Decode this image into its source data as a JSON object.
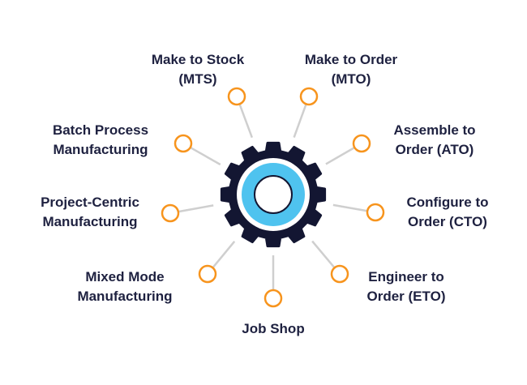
{
  "colors": {
    "text": "#1e2140",
    "node": "#f7941d",
    "line": "#cfcfcf",
    "gear": "#131632",
    "hub": "#4fc3ef"
  },
  "center": {
    "label": "gear-icon"
  },
  "nodes": [
    {
      "id": "mts",
      "lines": [
        "Make to Stock",
        "(MTS)"
      ]
    },
    {
      "id": "mto",
      "lines": [
        "Make to Order",
        "(MTO)"
      ]
    },
    {
      "id": "ato",
      "lines": [
        "Assemble to",
        "Order (ATO)"
      ]
    },
    {
      "id": "cto",
      "lines": [
        "Configure to",
        "Order (CTO)"
      ]
    },
    {
      "id": "eto",
      "lines": [
        "Engineer to",
        "Order (ETO)"
      ]
    },
    {
      "id": "job-shop",
      "lines": [
        "Job Shop"
      ]
    },
    {
      "id": "mixed-mode",
      "lines": [
        "Mixed Mode",
        "Manufacturing"
      ]
    },
    {
      "id": "project-centric",
      "lines": [
        "Project-Centric",
        "Manufacturing"
      ]
    },
    {
      "id": "batch-process",
      "lines": [
        "Batch Process",
        "Manufacturing"
      ]
    }
  ]
}
